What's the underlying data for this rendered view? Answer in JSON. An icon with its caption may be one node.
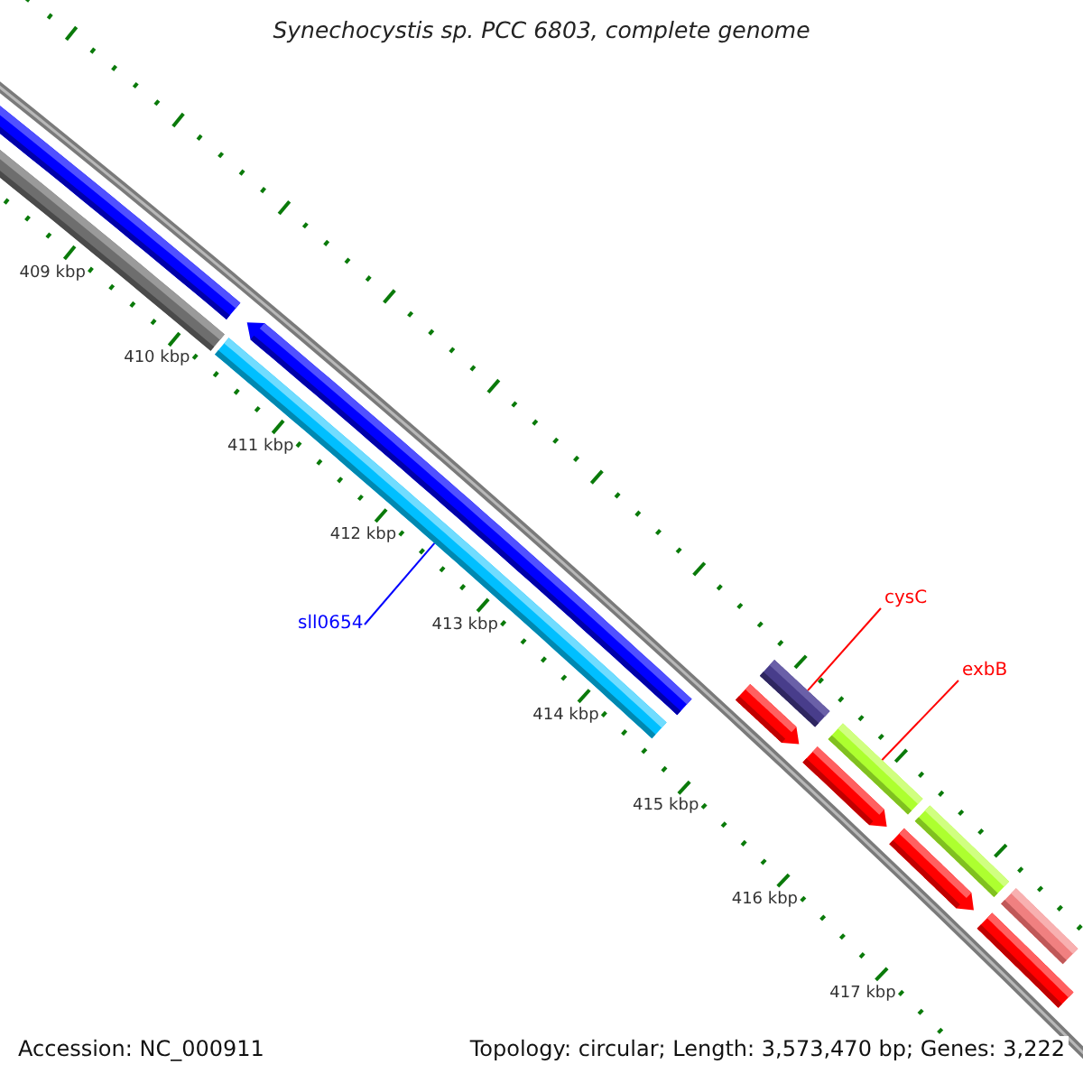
{
  "diagram": {
    "title": "Synechocystis sp. PCC 6803, complete genome",
    "nodes": [
      {
        "text": [
          "sll0654"
        ]
      },
      {
        "text": [
          "cysC"
        ]
      },
      {
        "text": [
          "exbB"
        ]
      },
      {
        "text": [],
        "shape": "bar"
      },
      {
        "text": [],
        "shape": "bar"
      },
      {
        "text": [],
        "shape": "bar"
      },
      {
        "text": [],
        "shape": "arrow"
      },
      {
        "text": [],
        "shape": "arrow"
      },
      {
        "text": [],
        "shape": "bar"
      },
      {
        "text": [],
        "shape": "arrow"
      },
      {
        "text": [],
        "shape": "bar"
      },
      {
        "text": [],
        "shape": "arrow"
      },
      {
        "text": [],
        "shape": "bar"
      },
      {
        "text": [],
        "shape": "bar"
      },
      {
        "text": [],
        "shape": "bar"
      }
    ],
    "edges": [
      {
        "from": 0,
        "to": 5,
        "arrow": "none",
        "color": "#0000ff"
      },
      {
        "from": 1,
        "to": 8,
        "arrow": "none"
      },
      {
        "from": 2,
        "to": 10,
        "arrow": "none"
      }
    ],
    "labels": [
      "409 kbp",
      "410 kbp",
      "411 kbp",
      "412 kbp",
      "413 kbp",
      "414 kbp",
      "415 kbp",
      "416 kbp",
      "417 kbp",
      "Accession: NC_000911",
      "Topology: circular; Length: 3,573,470 bp; Genes: 3,222"
    ]
  }
}
